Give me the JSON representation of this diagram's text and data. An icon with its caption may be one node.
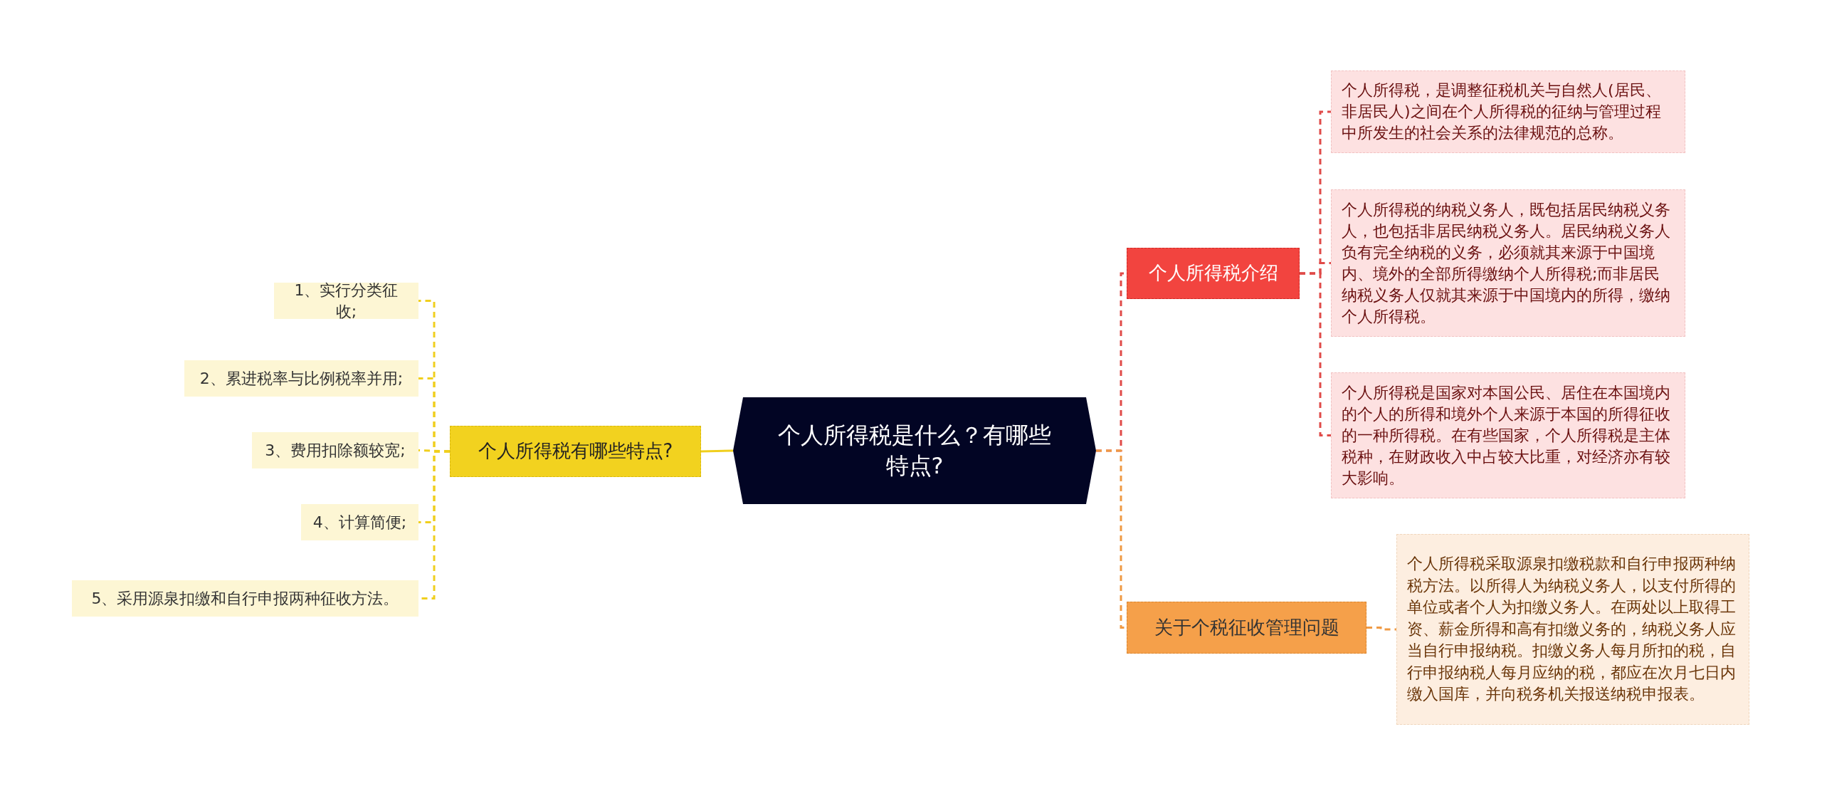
{
  "diagram": {
    "nodes": [
      {
        "text": [
          "个人所得税是什么？有哪些特点?"
        ]
      },
      {
        "text": [
          "个人所得税有哪些特点?"
        ]
      },
      {
        "text": [
          "1、实行分类征收;"
        ]
      },
      {
        "text": [
          "2、累进税率与比例税率并用;"
        ]
      },
      {
        "text": [
          "3、费用扣除额较宽;"
        ]
      },
      {
        "text": [
          "4、计算简便;"
        ]
      },
      {
        "text": [
          "5、采用源泉扣缴和自行申报两种征收方法。"
        ]
      },
      {
        "text": [
          "个人所得税介绍"
        ]
      },
      {
        "text": [
          "个人所得税，是调整征税机关与自然人(居民、非居民人)之间在个人所得税的征纳与管理过程中所发生的社会关系的法律规范的总称。"
        ]
      },
      {
        "text": [
          "个人所得税的纳税义务人，既包括居民纳税义务人，也包括非居民纳税义务人。居民纳税义务人负有完全纳税的义务，必须就其来源于中国境内、境外的全部所得缴纳个人所得税;而非居民纳税义务人仅就其来源于中国境内的所得，缴纳个人所得税。"
        ]
      },
      {
        "text": [
          "个人所得税是国家对本国公民、居住在本国境内的个人的所得和境外个人来源于本国的所得征收的一种所得税。在有些国家，个人所得税是主体税种，在财政收入中占较大比重，对经济亦有较大影响。"
        ]
      },
      {
        "text": [
          "关于个税征收管理问题"
        ]
      },
      {
        "text": [
          "个人所得税采取源泉扣缴税款和自行申报两种纳税方法。以所得人为纳税义务人，以支付所得的单位或者个人为扣缴义务人。在两处以上取得工资、薪金所得和高有扣缴义务的，纳税义务人应当自行申报纳税。扣缴义务人每月所扣的税，自行申报纳税人每月应纳的税，都应在次月七日内缴入国库，并向税务机关报送纳税申报表。"
        ]
      }
    ],
    "edges": [
      {
        "from": 0,
        "to": 1,
        "arrow": "none",
        "color": "#f0cf1e"
      },
      {
        "from": 1,
        "to": 2,
        "arrow": "none",
        "style": "dashed",
        "color": "#f0cf1e"
      },
      {
        "from": 1,
        "to": 3,
        "arrow": "none",
        "style": "dashed",
        "color": "#f0cf1e"
      },
      {
        "from": 1,
        "to": 4,
        "arrow": "none",
        "style": "dashed",
        "color": "#f0cf1e"
      },
      {
        "from": 1,
        "to": 5,
        "arrow": "none",
        "style": "dashed",
        "color": "#f0cf1e"
      },
      {
        "from": 1,
        "to": 6,
        "arrow": "none",
        "style": "dashed",
        "color": "#f0cf1e"
      },
      {
        "from": 0,
        "to": 7,
        "arrow": "none",
        "style": "dashed",
        "color": "#e04a48"
      },
      {
        "from": 7,
        "to": 8,
        "arrow": "none",
        "style": "dashed",
        "color": "#e04a48"
      },
      {
        "from": 7,
        "to": 9,
        "arrow": "none",
        "style": "dashed",
        "color": "#e04a48"
      },
      {
        "from": 7,
        "to": 10,
        "arrow": "none",
        "style": "dashed",
        "color": "#e04a48"
      },
      {
        "from": 0,
        "to": 11,
        "arrow": "none",
        "style": "dashed",
        "color": "#ef9a44"
      },
      {
        "from": 11,
        "to": 12,
        "arrow": "none",
        "style": "dashed",
        "color": "#ef9a44"
      }
    ]
  }
}
